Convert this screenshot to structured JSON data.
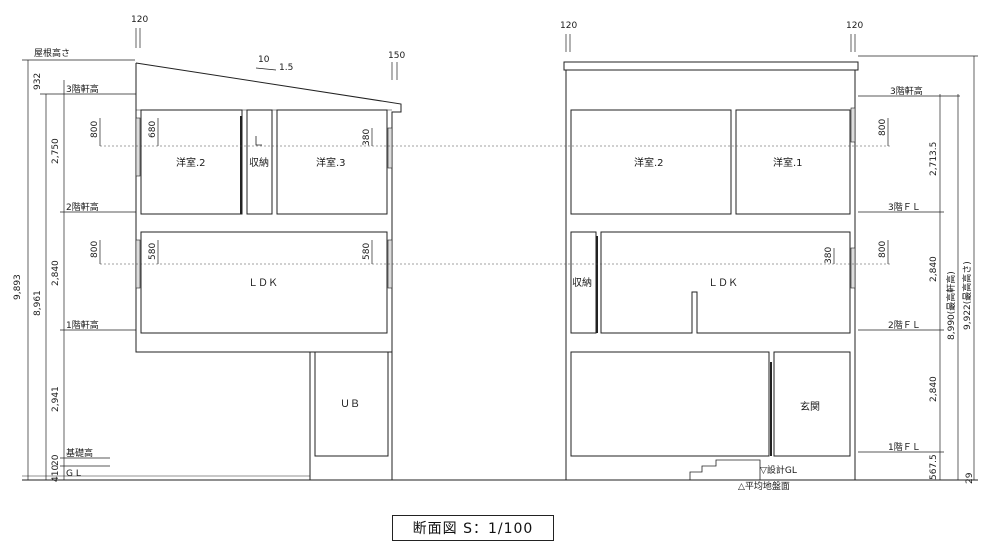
{
  "title": "断面図 S：1/100",
  "levels_left": {
    "roof": "屋根高さ",
    "f3eave": "3階軒高",
    "f2eave": "2階軒高",
    "f1eave": "1階軒高",
    "foundation": "基礎高",
    "gl": "G L"
  },
  "levels_right": {
    "f3eave": "3階軒高",
    "f3fl": "3階ＦＬ",
    "f2fl": "2階ＦＬ",
    "f1fl": "1階ＦＬ",
    "design_gl": "▽設計GL",
    "avg_ground": "△平均地盤面"
  },
  "dims_left": {
    "d932": "932",
    "d2750": "2,750",
    "d2840": "2,840",
    "d2941": "2,941",
    "d20": "20",
    "d410": "410",
    "total_a": "9,893",
    "total_b": "8,961"
  },
  "dims_right": {
    "d2713": "2,713.5",
    "d2840a": "2,840",
    "d2840b": "2,840",
    "d567": "567.5",
    "d29": "29",
    "max_eave": "8,990(最高軒高)",
    "max_height": "9,922(最高高さ)"
  },
  "top_marks": {
    "t120a": "120",
    "t120b": "120",
    "t120c": "120",
    "t150": "150",
    "t10": "10",
    "t15": "1.5"
  },
  "window_dims": {
    "w800_l3": "800",
    "w680": "680",
    "w380_l3": "380",
    "w800_l2": "800",
    "w580a": "580",
    "w580b": "580",
    "w800_r3": "800",
    "w800_r2": "800",
    "w380_r2": "380"
  },
  "rooms_left": {
    "r_yo2": "洋室.2",
    "r_storage": "収納",
    "r_yo3": "洋室.3",
    "r_ldk": "ＬＤＫ",
    "r_ub": "ＵＢ"
  },
  "rooms_right": {
    "r_yo2": "洋室.2",
    "r_yo1": "洋室.1",
    "r_storage": "収納",
    "r_ldk": "ＬＤＫ",
    "r_entry": "玄関"
  }
}
